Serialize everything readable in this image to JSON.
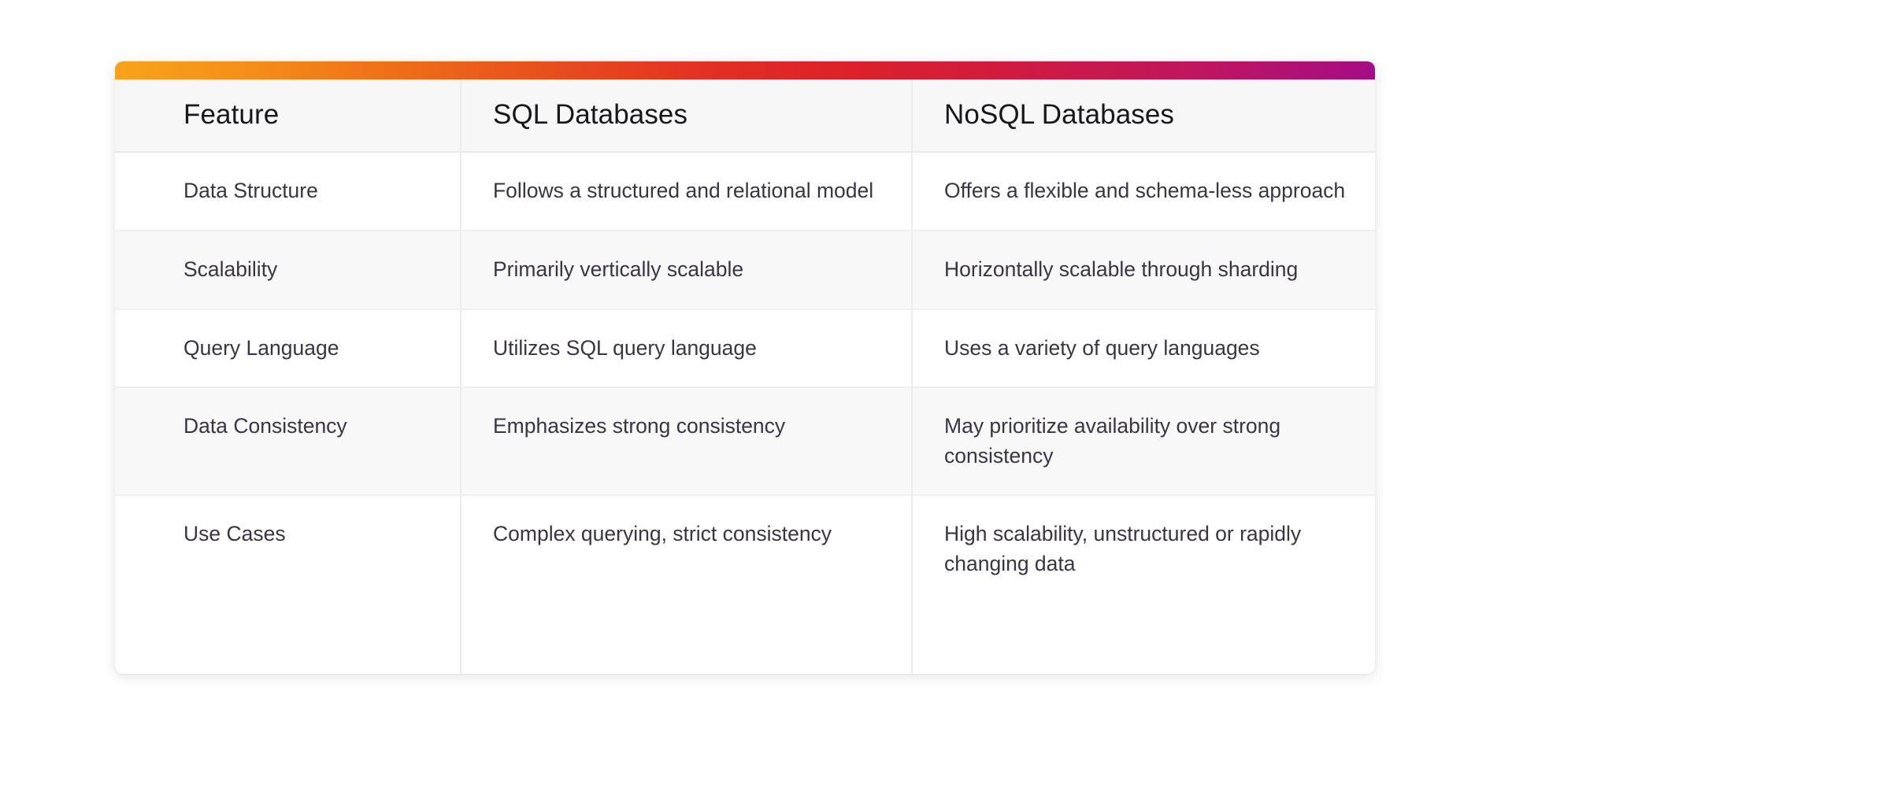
{
  "card": {
    "accent_gradient": {
      "from": "#f7a31a",
      "mid": "#e32d24",
      "to": "#a40d86"
    },
    "background": "#ffffff",
    "header_background": "#f7f7f8",
    "alt_row_background": "#f8f8f9",
    "header_text_color": "#17181b",
    "body_text_color": "#3a3443",
    "border_color": "#ececed"
  },
  "table": {
    "columns": [
      {
        "key": "feature",
        "label": "Feature"
      },
      {
        "key": "sql",
        "label": "SQL Databases"
      },
      {
        "key": "nosql",
        "label": "NoSQL Databases"
      }
    ],
    "rows": [
      {
        "feature": "Data Structure",
        "sql": "Follows a structured and relational model",
        "nosql": "Offers a flexible and schema-less approach"
      },
      {
        "feature": "Scalability",
        "sql": "Primarily vertically scalable",
        "nosql": "Horizontally scalable through sharding"
      },
      {
        "feature": "Query Language",
        "sql": "Utilizes SQL query language",
        "nosql": "Uses a variety of query languages"
      },
      {
        "feature": "Data Consistency",
        "sql": "Emphasizes strong consistency",
        "nosql": "May prioritize availability over strong consistency"
      },
      {
        "feature": "Use Cases",
        "sql": "Complex querying, strict consistency",
        "nosql": "High scalability, unstructured or rapidly changing data"
      }
    ]
  }
}
